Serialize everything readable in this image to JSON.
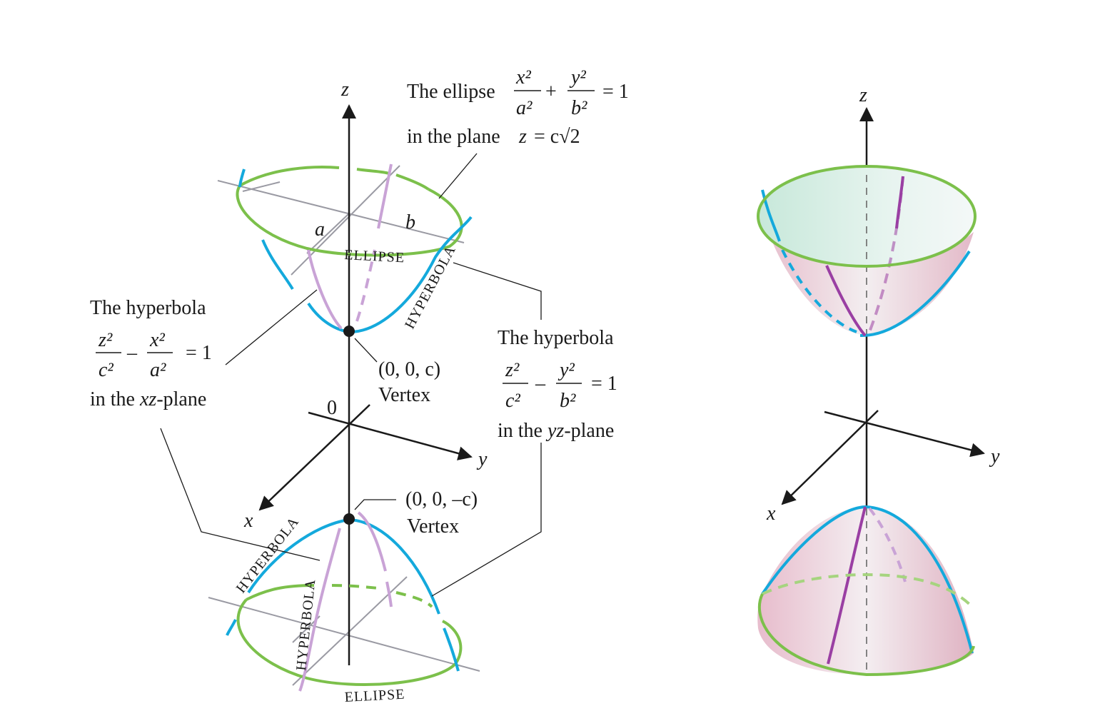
{
  "colors": {
    "ellipse": "#7cc04b",
    "hyperbola_yz": "#14a9dc",
    "hyperbola_xz": "#c9a3d6",
    "hyperbola_xz_dark": "#9a3fa3",
    "axis": "#1a1a1a",
    "grid": "#9a9aa3",
    "surface_pink": "#e8c3cf",
    "surface_green": "#cfeadf"
  },
  "axes": {
    "z": "z",
    "y": "y",
    "x": "x",
    "origin": "0",
    "a": "a",
    "b": "b"
  },
  "labels": {
    "ellipse_top": "ELLIPSE",
    "ellipse_bottom": "ELLIPSE",
    "hyperbola_top_right": "HYPERBOLA",
    "hyperbola_bottom_left": "HYPERBOLA",
    "hyperbola_bottom_mid": "HYPERBOLA"
  },
  "annotations": {
    "ellipse": {
      "prefix": "The ellipse",
      "eq_x_num": "x²",
      "eq_x_den": "a²",
      "plus": "+",
      "eq_y_num": "y²",
      "eq_y_den": "b²",
      "equals": "= 1",
      "plane_prefix": "in the plane",
      "plane_z": "z",
      "plane_eq": "= c√2"
    },
    "hyperbola_xz": {
      "title": "The hyperbola",
      "num1": "z²",
      "den1": "c²",
      "minus": "–",
      "num2": "x²",
      "den2": "a²",
      "equals": "= 1",
      "plane_prefix": "in the",
      "plane_name": "xz",
      "plane_suffix": "-plane"
    },
    "hyperbola_yz": {
      "title": "The hyperbola",
      "num1": "z²",
      "den1": "c²",
      "minus": "–",
      "num2": "y²",
      "den2": "b²",
      "equals": "= 1",
      "plane_prefix": "in the",
      "plane_name": "yz",
      "plane_suffix": "-plane"
    },
    "vertex_top": {
      "coord": "(0, 0, c)",
      "name": "Vertex"
    },
    "vertex_bottom": {
      "coord": "(0, 0, –c)",
      "name": "Vertex"
    }
  }
}
